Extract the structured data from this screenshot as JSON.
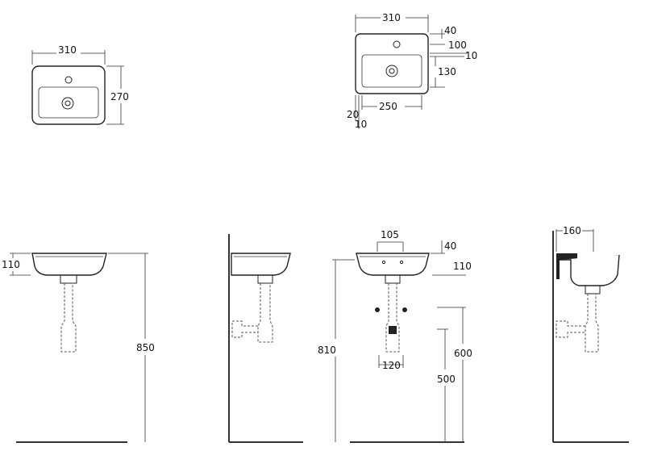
{
  "dimensions": {
    "plan1_width": "310",
    "plan1_depth": "270",
    "plan2_width": "310",
    "plan2_hole_offset": "40",
    "plan2_hole_to_basin": "100",
    "plan2_rim": "10",
    "plan2_basin_depth": "130",
    "plan2_basin_width": "250",
    "plan2_side_20": "20",
    "plan2_side_10": "10",
    "front1_height_basin": "110",
    "front1_total_height": "850",
    "front3_waste_width": "105",
    "front3_top_offset": "40",
    "front3_basin_height": "110",
    "front3_total_height": "810",
    "front3_trap_width": "120",
    "front3_height_600": "600",
    "front3_height_500": "500",
    "side_depth": "160"
  }
}
